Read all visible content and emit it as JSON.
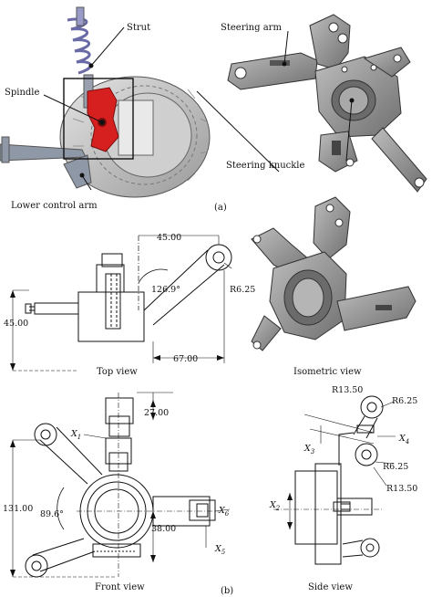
{
  "panel_a": {
    "labels": {
      "strut": "Strut",
      "spindle": "Spindle",
      "lower_control_arm": "Lower control arm",
      "steering_arm": "Steering arm",
      "steering_knuckle": "Steering knuckle"
    },
    "tag": "(a)"
  },
  "panel_b": {
    "tag": "(b)",
    "top_view": {
      "caption": "Top view",
      "dims": {
        "d45_top": "45.00",
        "angle": "126.9°",
        "radius": "R6.25",
        "d45_left": "45.00",
        "d67": "67.00"
      }
    },
    "isometric_view": {
      "caption": "Isometric view"
    },
    "front_view": {
      "caption": "Front view",
      "dims": {
        "d27": "27.00",
        "d131": "131.00",
        "angle": "89.6°",
        "d38": "38.00"
      },
      "vars": {
        "x1": "X",
        "x1_sub": "1",
        "x6": "X",
        "x6_sub": "6",
        "x5": "X",
        "x5_sub": "5"
      }
    },
    "side_view": {
      "caption": "Side view",
      "dims": {
        "r1350_top": "R13.50",
        "r625_top": "R6.25",
        "r625_bot": "R6.25",
        "r1350_bot": "R13.50"
      },
      "vars": {
        "x3": "X",
        "x3_sub": "3",
        "x4": "X",
        "x4_sub": "4",
        "x2": "X",
        "x2_sub": "2"
      }
    }
  },
  "colors": {
    "line": "#111111",
    "render_gray": "#8c8c8c",
    "highlight_red": "#d61f1f",
    "dim_gray": "#555555"
  }
}
